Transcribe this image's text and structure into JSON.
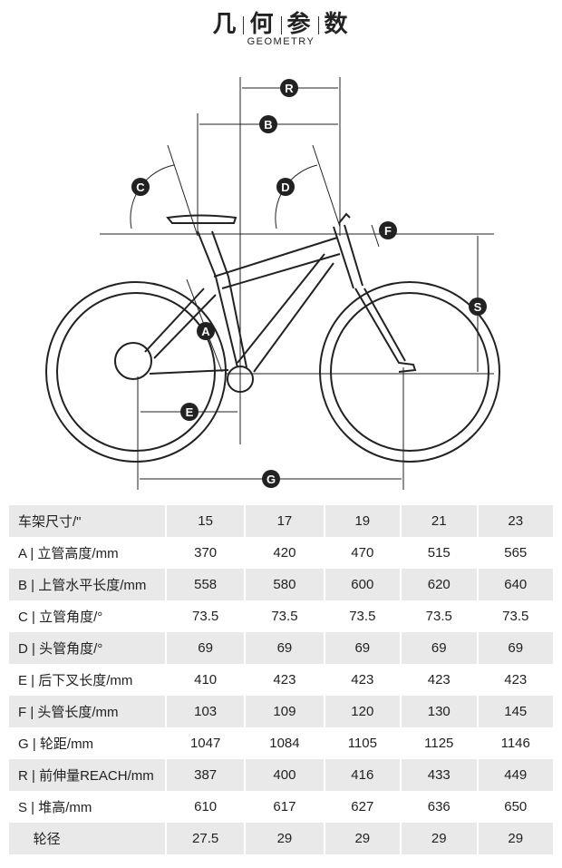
{
  "title": {
    "chars": [
      "几",
      "何",
      "参",
      "数"
    ],
    "subtitle": "GEOMETRY"
  },
  "diagram_labels": {
    "R": "R",
    "B": "B",
    "C": "C",
    "D": "D",
    "F": "F",
    "A": "A",
    "E": "E",
    "G": "G",
    "S": "S"
  },
  "table": {
    "header": [
      "车架尺寸/\"",
      "15",
      "17",
      "19",
      "21",
      "23"
    ],
    "rows": [
      [
        "A | 立管高度/mm",
        "370",
        "420",
        "470",
        "515",
        "565"
      ],
      [
        "B | 上管水平长度/mm",
        "558",
        "580",
        "600",
        "620",
        "640"
      ],
      [
        "C | 立管角度/°",
        "73.5",
        "73.5",
        "73.5",
        "73.5",
        "73.5"
      ],
      [
        "D | 头管角度/°",
        "69",
        "69",
        "69",
        "69",
        "69"
      ],
      [
        "E | 后下叉长度/mm",
        "410",
        "423",
        "423",
        "423",
        "423"
      ],
      [
        "F | 头管长度/mm",
        "103",
        "109",
        "120",
        "130",
        "145"
      ],
      [
        "G | 轮距/mm",
        "1047",
        "1084",
        "1105",
        "1125",
        "1146"
      ],
      [
        "R | 前伸量REACH/mm",
        "387",
        "400",
        "416",
        "433",
        "449"
      ],
      [
        "S | 堆高/mm",
        "610",
        "617",
        "627",
        "636",
        "650"
      ],
      [
        "    轮径",
        "27.5",
        "29",
        "29",
        "29",
        "29"
      ]
    ]
  }
}
